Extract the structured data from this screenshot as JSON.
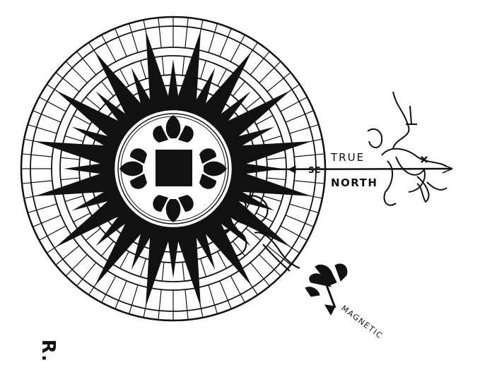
{
  "labels": {
    "true": "TRUE",
    "north": "NORTH",
    "magnetic": "MAGNETIC",
    "corner_mark": "R."
  },
  "colors": {
    "ink": "#111111",
    "paper": "#ffffff"
  },
  "icons": {
    "center": "fleur-de-lis-icon",
    "magnetic_north_marker": "fleur-de-lis-icon",
    "declination_figure": "cherub-icon",
    "north_pointer": "arrow-icon"
  }
}
